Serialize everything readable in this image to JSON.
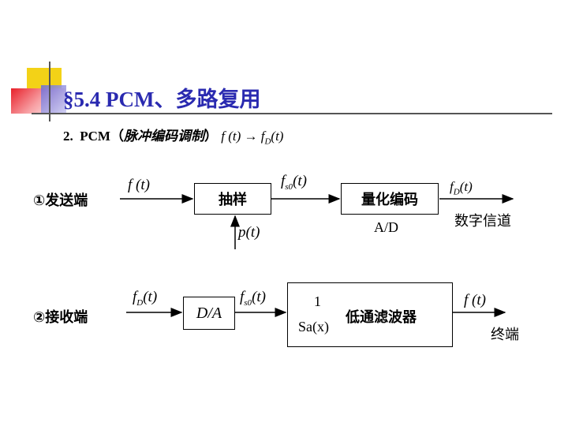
{
  "colors": {
    "title": "#2a2ab0",
    "deco_yellow": "#f3d217",
    "deco_red": "#e8202a",
    "line": "#000000"
  },
  "header": {
    "title": "§5.4  PCM、多路复用",
    "subtitle_num": "2.",
    "subtitle_pcm": "PCM（",
    "subtitle_cn": "脉冲编码调制",
    "subtitle_close": "）",
    "subtitle_math": "f (t) → f",
    "subtitle_math_sub": "D",
    "subtitle_math_tail": "(t)"
  },
  "sender": {
    "label": "①发送端",
    "input_signal": "f (t)",
    "sampler_box": "抽样",
    "pulse_signal": "p(t)",
    "sampled_signal": "f",
    "sampled_sub": "s0",
    "sampled_tail": "(t)",
    "encoder_box": "量化编码",
    "ad_label": "A/D",
    "output_signal": "f",
    "output_sub": "D",
    "output_tail": "(t)",
    "channel_label": "数字信道"
  },
  "receiver": {
    "label": "②接收端",
    "input_signal": "f",
    "input_sub": "D",
    "input_tail": "(t)",
    "da_box": "D/A",
    "mid_signal": "f",
    "mid_sub": "s0",
    "mid_tail": "(t)",
    "filter_numerator": "1",
    "filter_denominator": "Sa(x)",
    "filter_label": "低通滤波器",
    "output_signal": "f (t)",
    "terminal_label": "终端"
  }
}
